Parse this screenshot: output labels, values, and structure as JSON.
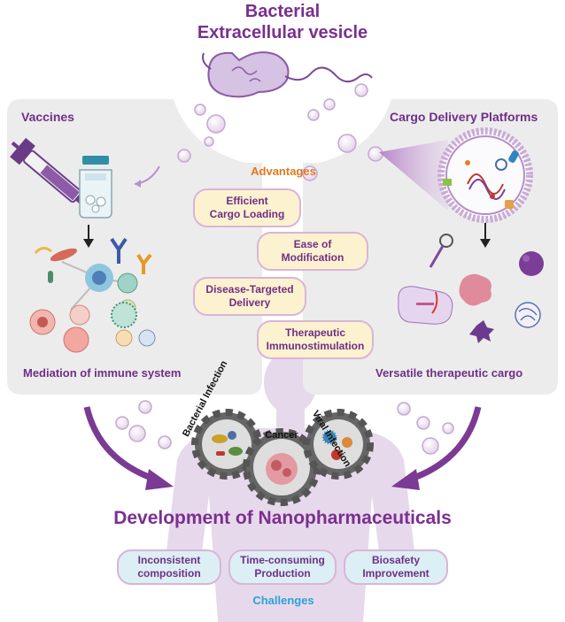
{
  "title": {
    "line1": "Bacterial",
    "line2": "Extracellular vesicle"
  },
  "left_panel": {
    "title": "Vaccines",
    "caption": "Mediation of immune system"
  },
  "right_panel": {
    "title": "Cargo Delivery Platforms",
    "caption": "Versatile therapeutic cargo"
  },
  "advantages": {
    "heading": "Advantages",
    "items": [
      "Efficient\nCargo Loading",
      "Ease of\nModification",
      "Disease-Targeted\nDelivery",
      "Therapeutic\nImmunostimulation"
    ]
  },
  "gears": {
    "left": "Bacterial Infection",
    "center": "Cancer",
    "right": "Viral Infection"
  },
  "development": "Development of Nanopharmaceuticals",
  "challenges": {
    "heading": "Challenges",
    "items": [
      "Inconsistent\ncomposition",
      "Time-consuming\nProduction",
      "Biosafety\nImprovement"
    ]
  },
  "colors": {
    "brand_purple": "#7b2f8f",
    "advantage_fill": "#fdf2cf",
    "challenge_fill": "#dceff4",
    "advantages_heading": "#e0791f",
    "challenges_heading": "#2ba3d4",
    "panel_gray": "#ececec"
  }
}
